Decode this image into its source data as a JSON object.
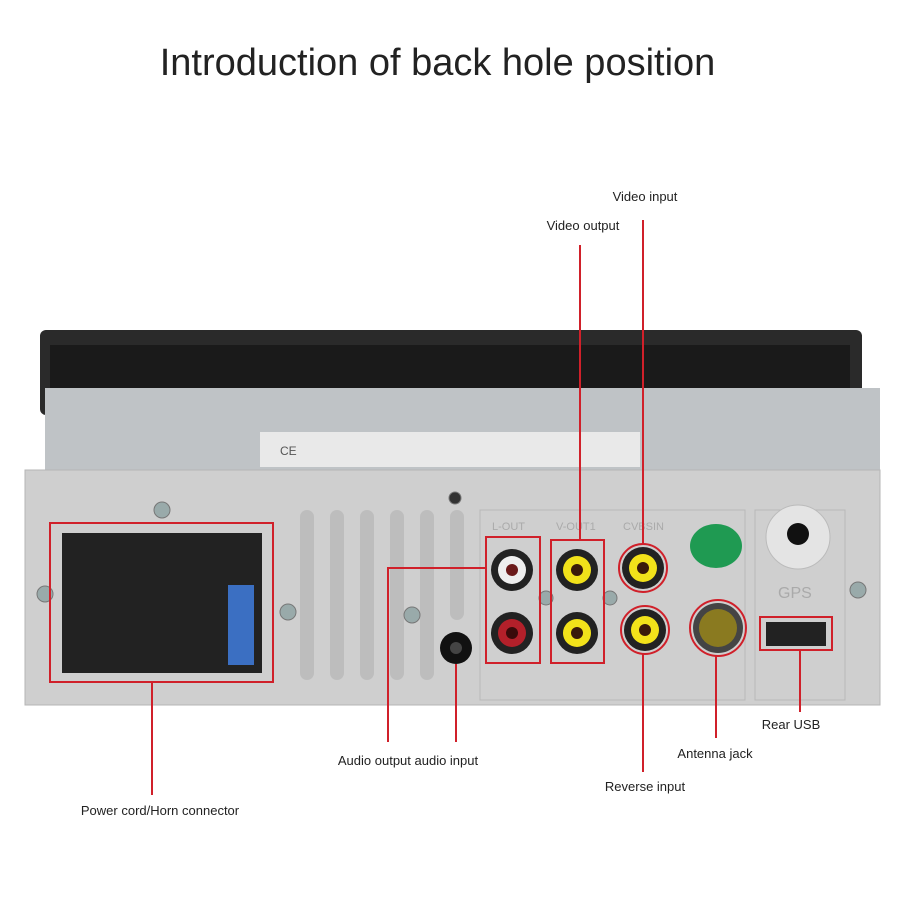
{
  "title": "Introduction of back hole position",
  "callouts": {
    "video_input": "Video input",
    "video_output": "Video output",
    "audio": "Audio output audio input",
    "power": "Power cord/Horn connector",
    "reverse": "Reverse input",
    "antenna": "Antenna jack",
    "usb": "Rear USB"
  },
  "panel_marks": {
    "lout": "L-OUT",
    "vout": "V-OUT1",
    "cvbs": "CVBSIN",
    "gps": "GPS",
    "ce": "CE"
  },
  "colors": {
    "accent": "#d0202a",
    "rca_yellow": "#f2e21a",
    "rca_red": "#b3202a",
    "rca_white": "#eeeeee",
    "plate": "#cfcfcf"
  }
}
